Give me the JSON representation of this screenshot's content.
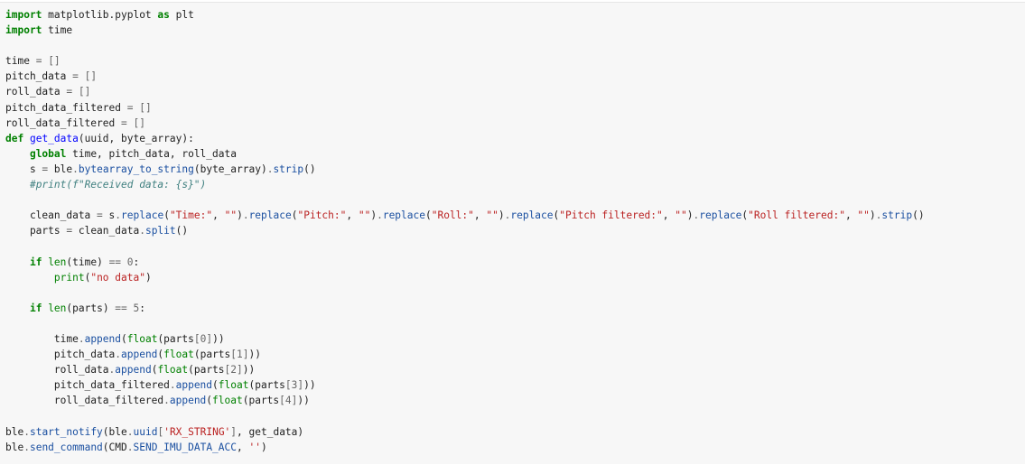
{
  "code_lines": [
    [
      [
        "kw",
        "import"
      ],
      [
        "nm",
        " matplotlib.pyplot "
      ],
      [
        "kw",
        "as"
      ],
      [
        "nm",
        " plt"
      ]
    ],
    [
      [
        "kw",
        "import"
      ],
      [
        "nm",
        " time"
      ]
    ],
    [],
    [
      [
        "nm",
        "time "
      ],
      [
        "op",
        "="
      ],
      [
        "nm",
        " "
      ],
      [
        "op",
        "[]"
      ]
    ],
    [
      [
        "nm",
        "pitch_data "
      ],
      [
        "op",
        "="
      ],
      [
        "nm",
        " "
      ],
      [
        "op",
        "[]"
      ]
    ],
    [
      [
        "nm",
        "roll_data "
      ],
      [
        "op",
        "="
      ],
      [
        "nm",
        " "
      ],
      [
        "op",
        "[]"
      ]
    ],
    [
      [
        "nm",
        "pitch_data_filtered "
      ],
      [
        "op",
        "="
      ],
      [
        "nm",
        " "
      ],
      [
        "op",
        "[]"
      ]
    ],
    [
      [
        "nm",
        "roll_data_filtered "
      ],
      [
        "op",
        "="
      ],
      [
        "nm",
        " "
      ],
      [
        "op",
        "[]"
      ]
    ],
    [
      [
        "kw",
        "def"
      ],
      [
        "nm",
        " "
      ],
      [
        "fn",
        "get_data"
      ],
      [
        "nm",
        "(uuid, byte_array):"
      ]
    ],
    [
      [
        "nm",
        "    "
      ],
      [
        "kw",
        "global"
      ],
      [
        "nm",
        " time, pitch_data, roll_data"
      ]
    ],
    [
      [
        "nm",
        "    s "
      ],
      [
        "op",
        "="
      ],
      [
        "nm",
        " ble"
      ],
      [
        "op",
        "."
      ],
      [
        "attr",
        "bytearray_to_string"
      ],
      [
        "nm",
        "(byte_array)"
      ],
      [
        "op",
        "."
      ],
      [
        "attr",
        "strip"
      ],
      [
        "nm",
        "()"
      ]
    ],
    [
      [
        "nm",
        "    "
      ],
      [
        "cm",
        "#print(f\"Received data: {s}\")"
      ]
    ],
    [],
    [
      [
        "nm",
        "    clean_data "
      ],
      [
        "op",
        "="
      ],
      [
        "nm",
        " s"
      ],
      [
        "op",
        "."
      ],
      [
        "attr",
        "replace"
      ],
      [
        "nm",
        "("
      ],
      [
        "str",
        "\"Time:\""
      ],
      [
        "nm",
        ", "
      ],
      [
        "str",
        "\"\""
      ],
      [
        "nm",
        ")"
      ],
      [
        "op",
        "."
      ],
      [
        "attr",
        "replace"
      ],
      [
        "nm",
        "("
      ],
      [
        "str",
        "\"Pitch:\""
      ],
      [
        "nm",
        ", "
      ],
      [
        "str",
        "\"\""
      ],
      [
        "nm",
        ")"
      ],
      [
        "op",
        "."
      ],
      [
        "attr",
        "replace"
      ],
      [
        "nm",
        "("
      ],
      [
        "str",
        "\"Roll:\""
      ],
      [
        "nm",
        ", "
      ],
      [
        "str",
        "\"\""
      ],
      [
        "nm",
        ")"
      ],
      [
        "op",
        "."
      ],
      [
        "attr",
        "replace"
      ],
      [
        "nm",
        "("
      ],
      [
        "str",
        "\"Pitch filtered:\""
      ],
      [
        "nm",
        ", "
      ],
      [
        "str",
        "\"\""
      ],
      [
        "nm",
        ")"
      ],
      [
        "op",
        "."
      ],
      [
        "attr",
        "replace"
      ],
      [
        "nm",
        "("
      ],
      [
        "str",
        "\"Roll filtered:\""
      ],
      [
        "nm",
        ", "
      ],
      [
        "str",
        "\"\""
      ],
      [
        "nm",
        ")"
      ],
      [
        "op",
        "."
      ],
      [
        "attr",
        "strip"
      ],
      [
        "nm",
        "()"
      ]
    ],
    [
      [
        "nm",
        "    parts "
      ],
      [
        "op",
        "="
      ],
      [
        "nm",
        " clean_data"
      ],
      [
        "op",
        "."
      ],
      [
        "attr",
        "split"
      ],
      [
        "nm",
        "()"
      ]
    ],
    [],
    [
      [
        "nm",
        "    "
      ],
      [
        "kw",
        "if"
      ],
      [
        "nm",
        " "
      ],
      [
        "bi",
        "len"
      ],
      [
        "nm",
        "(time) "
      ],
      [
        "op",
        "=="
      ],
      [
        "nm",
        " "
      ],
      [
        "num",
        "0"
      ],
      [
        "nm",
        ":"
      ]
    ],
    [
      [
        "nm",
        "        "
      ],
      [
        "bi",
        "print"
      ],
      [
        "nm",
        "("
      ],
      [
        "str",
        "\"no data\""
      ],
      [
        "nm",
        ")"
      ]
    ],
    [],
    [
      [
        "nm",
        "    "
      ],
      [
        "kw",
        "if"
      ],
      [
        "nm",
        " "
      ],
      [
        "bi",
        "len"
      ],
      [
        "nm",
        "(parts) "
      ],
      [
        "op",
        "=="
      ],
      [
        "nm",
        " "
      ],
      [
        "num",
        "5"
      ],
      [
        "nm",
        ":"
      ]
    ],
    [],
    [
      [
        "nm",
        "        time"
      ],
      [
        "op",
        "."
      ],
      [
        "attr",
        "append"
      ],
      [
        "nm",
        "("
      ],
      [
        "bi",
        "float"
      ],
      [
        "nm",
        "(parts"
      ],
      [
        "op",
        "["
      ],
      [
        "num",
        "0"
      ],
      [
        "op",
        "]"
      ],
      [
        "nm",
        "))"
      ]
    ],
    [
      [
        "nm",
        "        pitch_data"
      ],
      [
        "op",
        "."
      ],
      [
        "attr",
        "append"
      ],
      [
        "nm",
        "("
      ],
      [
        "bi",
        "float"
      ],
      [
        "nm",
        "(parts"
      ],
      [
        "op",
        "["
      ],
      [
        "num",
        "1"
      ],
      [
        "op",
        "]"
      ],
      [
        "nm",
        "))"
      ]
    ],
    [
      [
        "nm",
        "        roll_data"
      ],
      [
        "op",
        "."
      ],
      [
        "attr",
        "append"
      ],
      [
        "nm",
        "("
      ],
      [
        "bi",
        "float"
      ],
      [
        "nm",
        "(parts"
      ],
      [
        "op",
        "["
      ],
      [
        "num",
        "2"
      ],
      [
        "op",
        "]"
      ],
      [
        "nm",
        "))"
      ]
    ],
    [
      [
        "nm",
        "        pitch_data_filtered"
      ],
      [
        "op",
        "."
      ],
      [
        "attr",
        "append"
      ],
      [
        "nm",
        "("
      ],
      [
        "bi",
        "float"
      ],
      [
        "nm",
        "(parts"
      ],
      [
        "op",
        "["
      ],
      [
        "num",
        "3"
      ],
      [
        "op",
        "]"
      ],
      [
        "nm",
        "))"
      ]
    ],
    [
      [
        "nm",
        "        roll_data_filtered"
      ],
      [
        "op",
        "."
      ],
      [
        "attr",
        "append"
      ],
      [
        "nm",
        "("
      ],
      [
        "bi",
        "float"
      ],
      [
        "nm",
        "(parts"
      ],
      [
        "op",
        "["
      ],
      [
        "num",
        "4"
      ],
      [
        "op",
        "]"
      ],
      [
        "nm",
        "))"
      ]
    ],
    [],
    [
      [
        "nm",
        "ble"
      ],
      [
        "op",
        "."
      ],
      [
        "attr",
        "start_notify"
      ],
      [
        "nm",
        "(ble"
      ],
      [
        "op",
        "."
      ],
      [
        "attr",
        "uuid"
      ],
      [
        "op",
        "["
      ],
      [
        "str",
        "'RX_STRING'"
      ],
      [
        "op",
        "]"
      ],
      [
        "nm",
        ", get_data)"
      ]
    ],
    [
      [
        "nm",
        "ble"
      ],
      [
        "op",
        "."
      ],
      [
        "attr",
        "send_command"
      ],
      [
        "nm",
        "(CMD"
      ],
      [
        "op",
        "."
      ],
      [
        "attr",
        "SEND_IMU_DATA_ACC"
      ],
      [
        "nm",
        ", "
      ],
      [
        "str",
        "''"
      ],
      [
        "nm",
        ")"
      ]
    ]
  ]
}
